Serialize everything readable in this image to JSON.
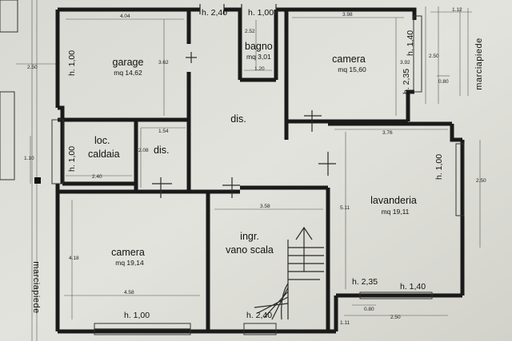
{
  "rooms": {
    "garage": {
      "name": "garage",
      "area": "mq 14,62",
      "width": "4.04",
      "height": "3.62",
      "window": "h. 2,40"
    },
    "bagno": {
      "name": "bagno",
      "area": "mq 3,01",
      "window": "h. 1,00",
      "dim_w": "1.20",
      "dim_h": "2.52"
    },
    "camera_top": {
      "name": "camera",
      "area": "mq 15,60",
      "width": "3.98",
      "height": "3.92",
      "window": "h. 1,40",
      "door": "h. 2,35"
    },
    "dis_main": {
      "name": "dis."
    },
    "loc_caldaia": {
      "name_line1": "loc.",
      "name_line2": "caldaia",
      "window": "h. 1,00",
      "width": "2.40",
      "height": "1.10"
    },
    "dis_small": {
      "name": "dis.",
      "width": "1.54",
      "height": "2.08"
    },
    "lavanderia": {
      "name": "lavanderia",
      "area": "mq 19,11",
      "width": "3.76",
      "height": "5.11",
      "window": "h. 1,00",
      "door1": "h. 2,35",
      "door2": "h. 1,40"
    },
    "camera_bottom": {
      "name": "camera",
      "area": "mq 19,14",
      "width": "4.58",
      "height": "4.18",
      "window": "h. 1,00"
    },
    "ingresso": {
      "name_line1": "ingr.",
      "name_line2": "vano scala",
      "width": "3.58",
      "door": "h. 2,40"
    }
  },
  "exterior": {
    "street_left": "marciapiede",
    "street_right": "marciapiede",
    "dim_left_top": "2.50",
    "dim_right_top": "1.12",
    "dim_right_mid": "2.50",
    "dim_right_small": "0.80",
    "dim_right_side": "2.50",
    "dim_bottom_right": "2.50",
    "dim_bottom_small": "0.80",
    "dim_bottom_tiny": "1.11"
  }
}
